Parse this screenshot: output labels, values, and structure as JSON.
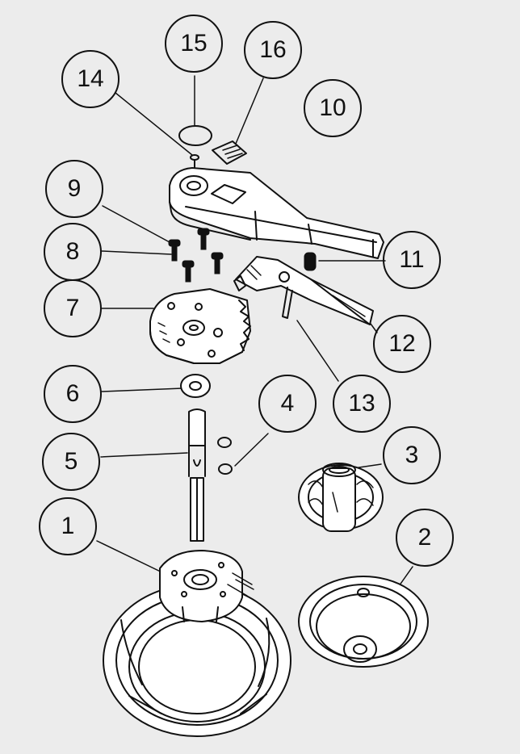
{
  "background_color": "#ececec",
  "line_color": "#111111",
  "callouts": [
    {
      "id": "c1",
      "label": "1"
    },
    {
      "id": "c2",
      "label": "2"
    },
    {
      "id": "c3",
      "label": "3"
    },
    {
      "id": "c4",
      "label": "4"
    },
    {
      "id": "c5",
      "label": "5"
    },
    {
      "id": "c6",
      "label": "6"
    },
    {
      "id": "c7",
      "label": "7"
    },
    {
      "id": "c8",
      "label": "8"
    },
    {
      "id": "c9",
      "label": "9"
    },
    {
      "id": "c10",
      "label": "10"
    },
    {
      "id": "c11",
      "label": "11"
    },
    {
      "id": "c12",
      "label": "12"
    },
    {
      "id": "c13",
      "label": "13"
    },
    {
      "id": "c14",
      "label": "14"
    },
    {
      "id": "c15",
      "label": "15"
    },
    {
      "id": "c16",
      "label": "16"
    }
  ]
}
